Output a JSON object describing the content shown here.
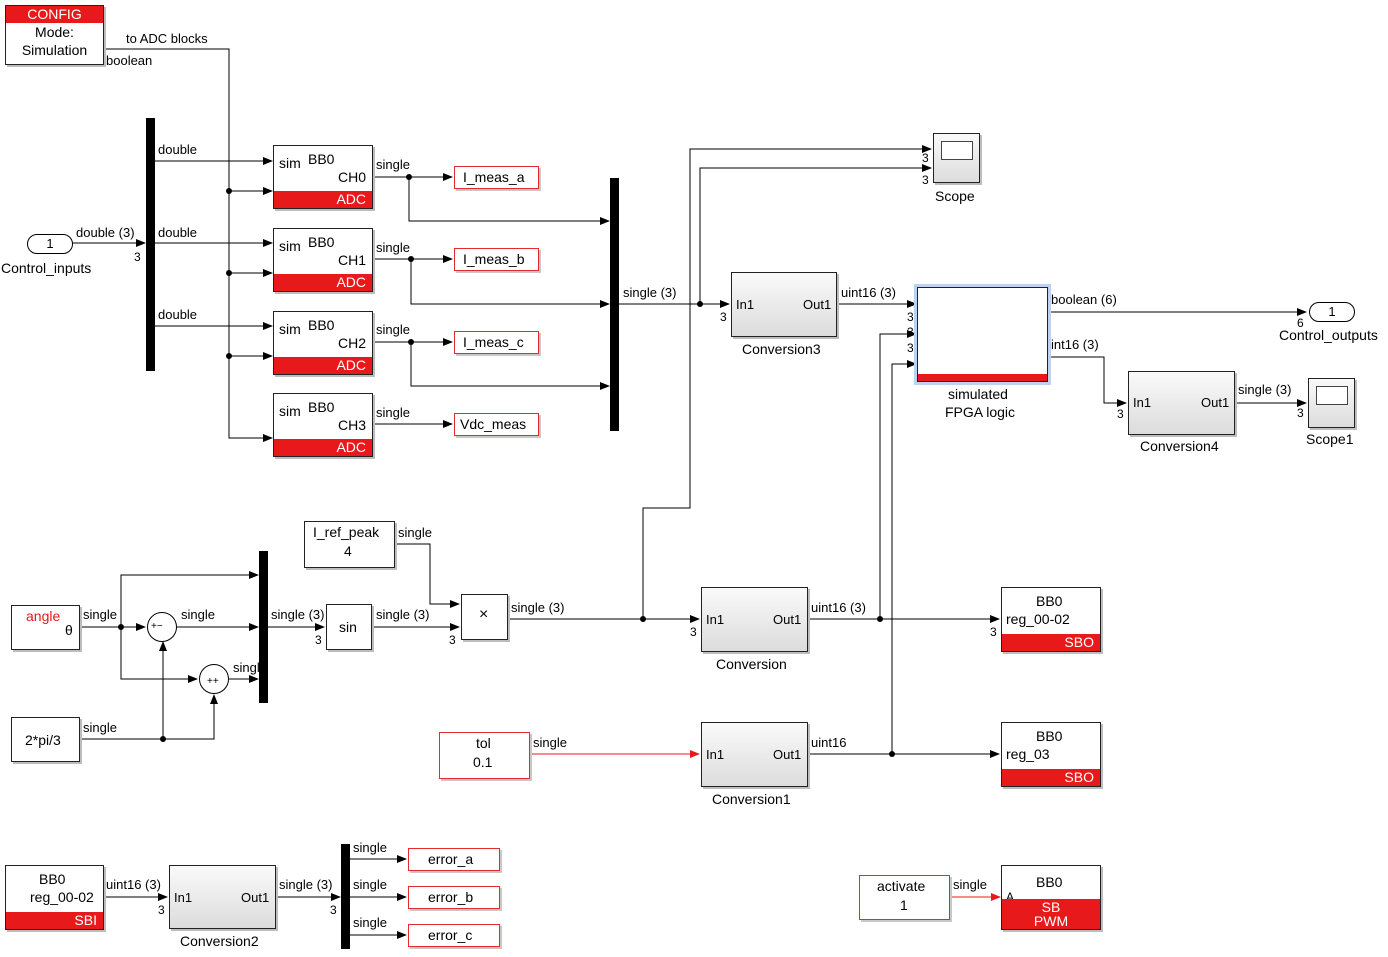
{
  "config_block": {
    "header": "CONFIG",
    "line1": "Mode:",
    "line2": "Simulation",
    "out_label": "to ADC blocks",
    "out_type": "boolean"
  },
  "control_inputs": {
    "port_number": "1",
    "name": "Control_inputs",
    "signal": "double (3)",
    "width": "3"
  },
  "demux_labels": [
    "double",
    "double",
    "double"
  ],
  "adc_blocks": [
    {
      "mode": "sim",
      "board": "BB0",
      "channel": "CH0",
      "type": "ADC",
      "out_signal": "single",
      "goto": "I_meas_a"
    },
    {
      "mode": "sim",
      "board": "BB0",
      "channel": "CH1",
      "type": "ADC",
      "out_signal": "single",
      "goto": "I_meas_b"
    },
    {
      "mode": "sim",
      "board": "BB0",
      "channel": "CH2",
      "type": "ADC",
      "out_signal": "single",
      "goto": "I_meas_c"
    },
    {
      "mode": "sim",
      "board": "BB0",
      "channel": "CH3",
      "type": "ADC",
      "out_signal": "single",
      "goto": "Vdc_meas"
    }
  ],
  "mux_out_signal": "single (3)",
  "scope": {
    "name": "Scope",
    "port1": "3",
    "port2": "3"
  },
  "conversion3": {
    "name": "Conversion3",
    "in": "In1",
    "out": "Out1",
    "in_width": "3",
    "out_signal": "uint16 (3)"
  },
  "fpga": {
    "name_line1": "simulated",
    "name_line2": "FPGA logic",
    "in_widths": [
      "3",
      "3",
      "3"
    ],
    "out1_signal": "boolean (6)",
    "out2_signal": "int16 (3)"
  },
  "control_outputs": {
    "port_number": "1",
    "name": "Control_outputs",
    "width": "6"
  },
  "conversion4": {
    "name": "Conversion4",
    "in": "In1",
    "out": "Out1",
    "in_width": "3",
    "out_signal": "single (3)"
  },
  "scope1": {
    "name": "Scope1",
    "port": "3"
  },
  "angle_block": {
    "label": "angle",
    "symbol": "θ",
    "out_signal": "single"
  },
  "sum1": {
    "signs": "+−",
    "out_signal": "single"
  },
  "sum2": {
    "signs": "++",
    "out_signal": "single"
  },
  "const_2pi3": {
    "value": "2*pi/3",
    "out_signal": "single"
  },
  "mux2_out_signal": "single (3)",
  "mux2_width": "3",
  "sin_block": {
    "label": "sin",
    "out_signal": "single (3)",
    "in_width": "3"
  },
  "i_ref_peak": {
    "name": "I_ref_peak",
    "value": "4",
    "out_signal": "single"
  },
  "product": {
    "symbol": "×",
    "out_signal": "single (3)",
    "in_width": "3"
  },
  "conversion": {
    "name": "Conversion",
    "in": "In1",
    "out": "Out1",
    "in_width": "3",
    "out_signal": "uint16 (3)"
  },
  "sbo1": {
    "board": "BB0",
    "reg": "reg_00-02",
    "type": "SBO",
    "in_width": "3"
  },
  "tol": {
    "name": "tol",
    "value": "0.1",
    "out_signal": "single"
  },
  "conversion1": {
    "name": "Conversion1",
    "in": "In1",
    "out": "Out1",
    "out_signal": "uint16"
  },
  "sbo2": {
    "board": "BB0",
    "reg": "reg_03",
    "type": "SBO"
  },
  "sbi": {
    "board": "BB0",
    "reg": "reg_00-02",
    "type": "SBI",
    "out_signal": "uint16 (3)"
  },
  "conversion2": {
    "name": "Conversion2",
    "in": "In1",
    "out": "Out1",
    "in_width": "3",
    "out_signal": "single (3)",
    "out_width": "3"
  },
  "demux2_labels": [
    "single",
    "single",
    "single"
  ],
  "errors": [
    "error_a",
    "error_b",
    "error_c"
  ],
  "activate": {
    "name": "activate",
    "value": "1",
    "out_signal": "single"
  },
  "pwm": {
    "board": "BB0",
    "line1": "SB",
    "line2": "PWM",
    "port": "A"
  },
  "colors": {
    "red": "#e8191a",
    "line": "#000000",
    "red_line": "#e8191a"
  }
}
